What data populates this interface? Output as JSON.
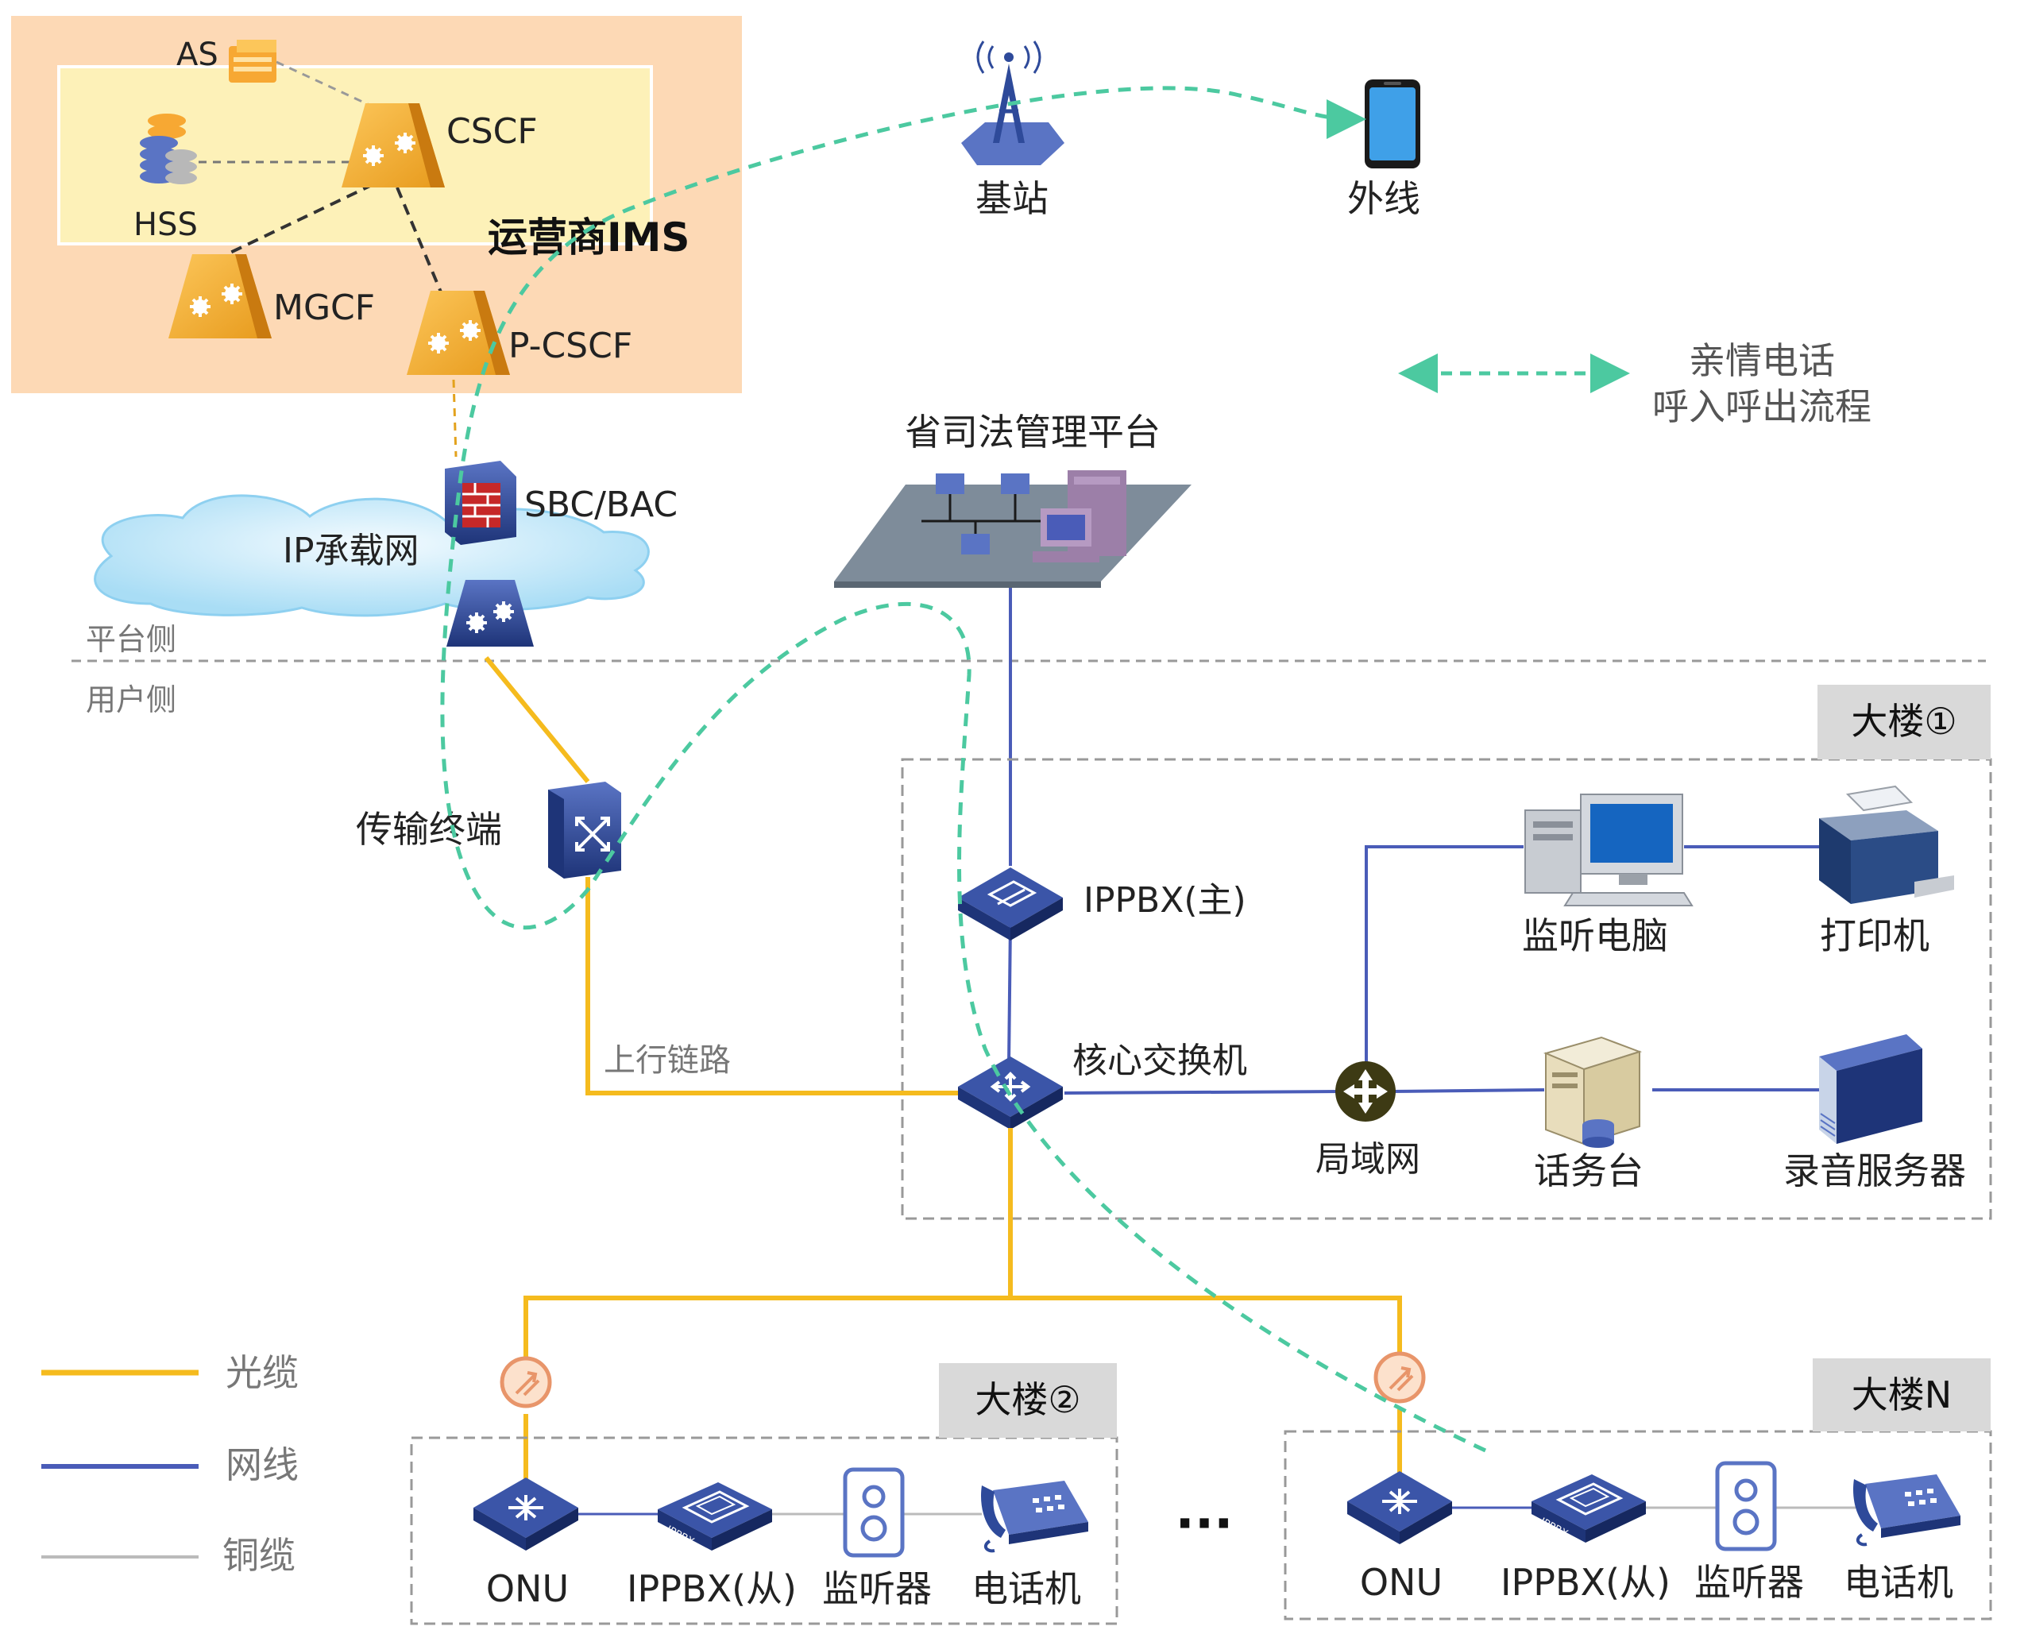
{
  "ims": {
    "title": "运营商IMS",
    "as": "AS",
    "hss": "HSS",
    "cscf": "CSCF",
    "mgcf": "MGCF",
    "pcscf": "P-CSCF"
  },
  "network": {
    "sbc": "SBC/BAC",
    "ip_net": "IP承载网"
  },
  "mobile": {
    "base_station": "基站",
    "outside_line": "外线"
  },
  "legend_flow": {
    "line1": "亲情电话",
    "line2": "呼入呼出流程"
  },
  "platform": {
    "title": "省司法管理平台"
  },
  "sides": {
    "platform_side": "平台侧",
    "user_side": "用户侧"
  },
  "transport": {
    "terminal": "传输终端",
    "uplink": "上行链路"
  },
  "building1": {
    "title": "大楼①",
    "ippbx_main": "IPPBX(主)",
    "core_switch": "核心交换机",
    "lan": "局域网",
    "monitor_pc": "监听电脑",
    "printer": "打印机",
    "console": "话务台",
    "recording_server": "录音服务器"
  },
  "building2": {
    "title": "大楼②",
    "onu": "ONU",
    "ippbx_slave": "IPPBX(从)",
    "monitor": "监听器",
    "phone": "电话机"
  },
  "buildingN": {
    "title": "大楼N",
    "onu": "ONU",
    "ippbx_slave": "IPPBX(从)",
    "monitor": "监听器",
    "phone": "电话机"
  },
  "ellipsis": "···",
  "legend": {
    "fiber": "光缆",
    "ethernet": "网线",
    "copper": "铜缆"
  },
  "device_labels": {
    "ippbx_badge": "IPPBX"
  },
  "colors": {
    "fiber": "#F5BB1E",
    "ethernet": "#4A5CB8",
    "copper": "#BBBBBB",
    "flow": "#4CC9A0",
    "ims_outer_bg": "#FDD9B5",
    "ims_inner_bg": "#FDF1B8",
    "device_blue": "#2E4A9A",
    "tag_bg": "#D9D9D9"
  }
}
